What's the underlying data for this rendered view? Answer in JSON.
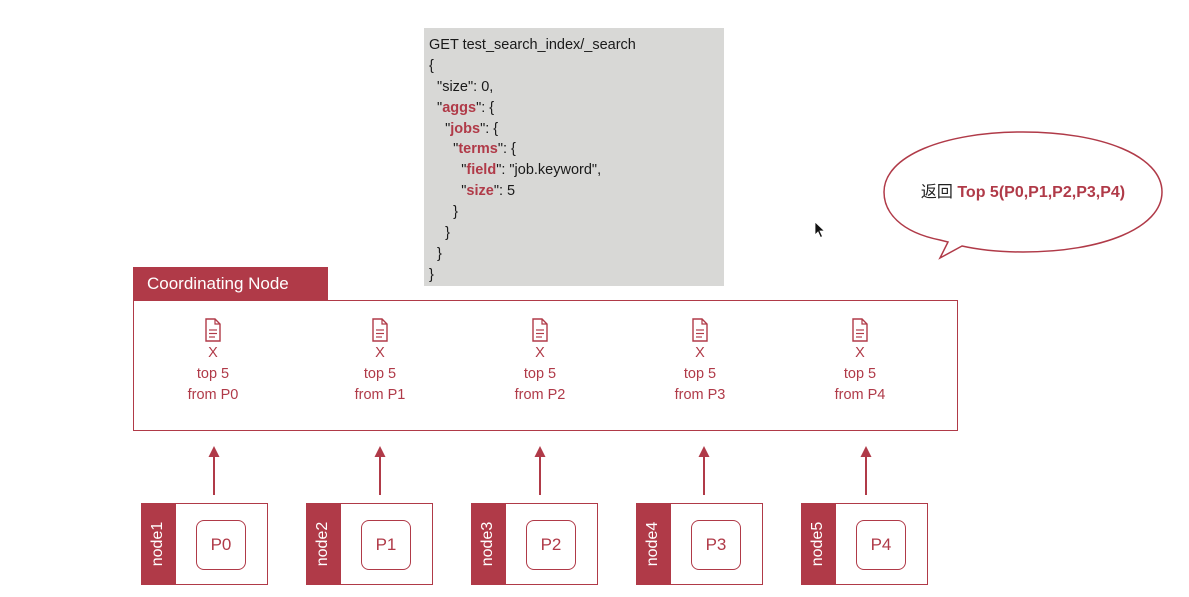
{
  "query": {
    "line1": "GET test_search_index/_search",
    "line2": "{",
    "line3_pre": "  \"size\": 0,",
    "aggs_open": "  \"",
    "aggs_key": "aggs",
    "aggs_close": "\": {",
    "jobs_open": "    \"",
    "jobs_key": "jobs",
    "jobs_close": "\": {",
    "terms_open": "      \"",
    "terms_key": "terms",
    "terms_close": "\": {",
    "field_open": "        \"",
    "field_key": "field",
    "field_close": "\": \"job.keyword\",",
    "size_open": "        \"",
    "size_key": "size",
    "size_close": "\": 5",
    "close4": "      }",
    "close3": "    }",
    "close2": "  }",
    "close1": "}"
  },
  "bubble": {
    "prefix": "返回 ",
    "strong": "Top 5(P0,P1,P2,P3,P4)"
  },
  "coordinating_node": {
    "label": "Coordinating Node",
    "results": [
      {
        "x": "X",
        "top": "top 5",
        "from": "from P0"
      },
      {
        "x": "X",
        "top": "top 5",
        "from": "from P1"
      },
      {
        "x": "X",
        "top": "top 5",
        "from": "from P2"
      },
      {
        "x": "X",
        "top": "top 5",
        "from": "from P3"
      },
      {
        "x": "X",
        "top": "top 5",
        "from": "from P4"
      }
    ]
  },
  "nodes": [
    {
      "name": "node1",
      "shard": "P0"
    },
    {
      "name": "node2",
      "shard": "P1"
    },
    {
      "name": "node3",
      "shard": "P2"
    },
    {
      "name": "node4",
      "shard": "P3"
    },
    {
      "name": "node5",
      "shard": "P4"
    }
  ],
  "colors": {
    "accent": "#b03a48",
    "code_bg": "#d8d8d6"
  }
}
